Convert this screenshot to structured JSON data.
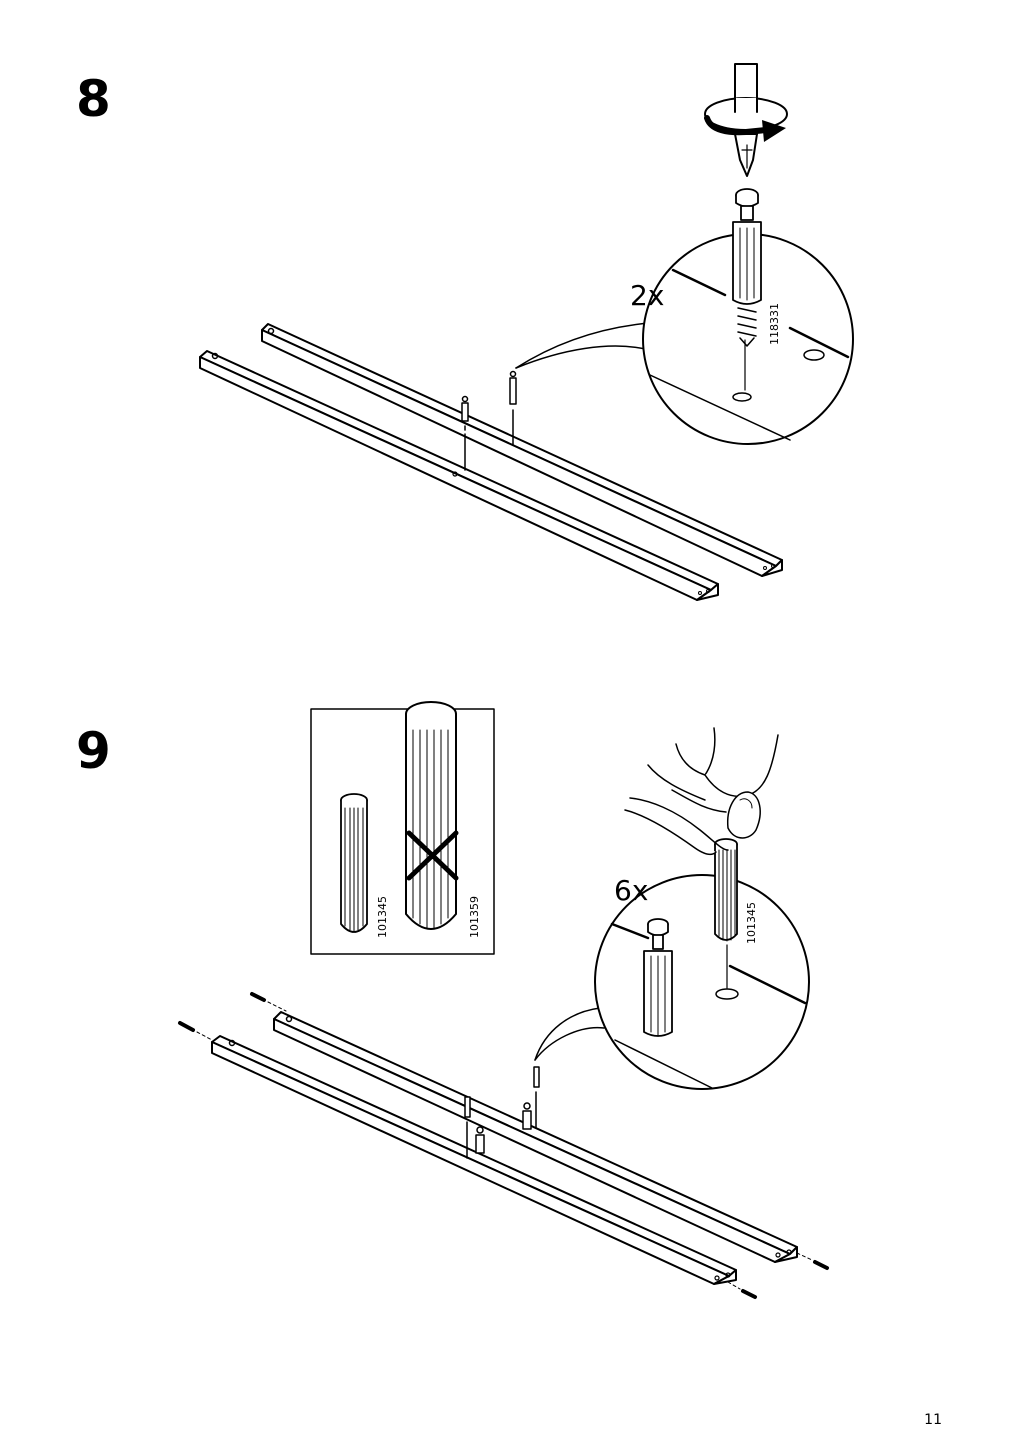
{
  "page_number": "11",
  "steps": [
    {
      "number": "8",
      "quantity": "2x",
      "part_number": "118331"
    },
    {
      "number": "9",
      "quantity": "6x",
      "part_number": "101345",
      "comparison": {
        "correct_part": "101345",
        "wrong_part": "101359"
      }
    }
  ]
}
